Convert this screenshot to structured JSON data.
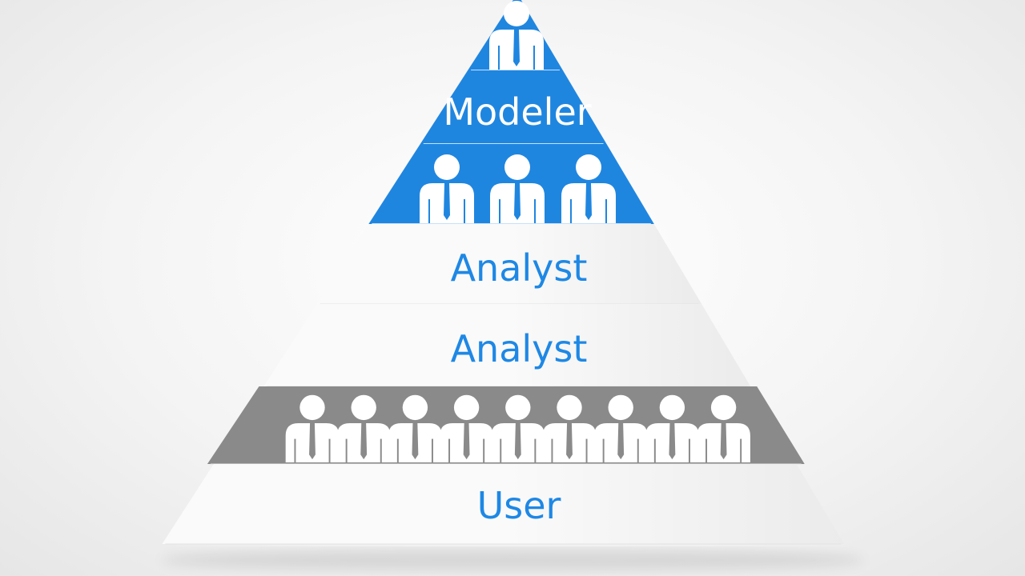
{
  "diagram": {
    "colors": {
      "blue": "#1f86e0",
      "blue_text": "#1e88e5",
      "gray": "#8a8a8a",
      "white_band": "#fafafa",
      "figure": "#ffffff"
    },
    "tiers": [
      {
        "kind": "figures",
        "style": "blue",
        "figure_count": 1
      },
      {
        "kind": "label",
        "style": "blue",
        "label": "Modeler"
      },
      {
        "kind": "figures",
        "style": "blue",
        "figure_count": 3
      },
      {
        "kind": "label",
        "style": "white",
        "label": "Analyst"
      },
      {
        "kind": "label",
        "style": "white",
        "label": "Analyst"
      },
      {
        "kind": "figures",
        "style": "gray",
        "figure_count": 9
      },
      {
        "kind": "label",
        "style": "white",
        "label": "User"
      }
    ],
    "icons": {
      "figure": "person-in-suit-icon"
    }
  }
}
